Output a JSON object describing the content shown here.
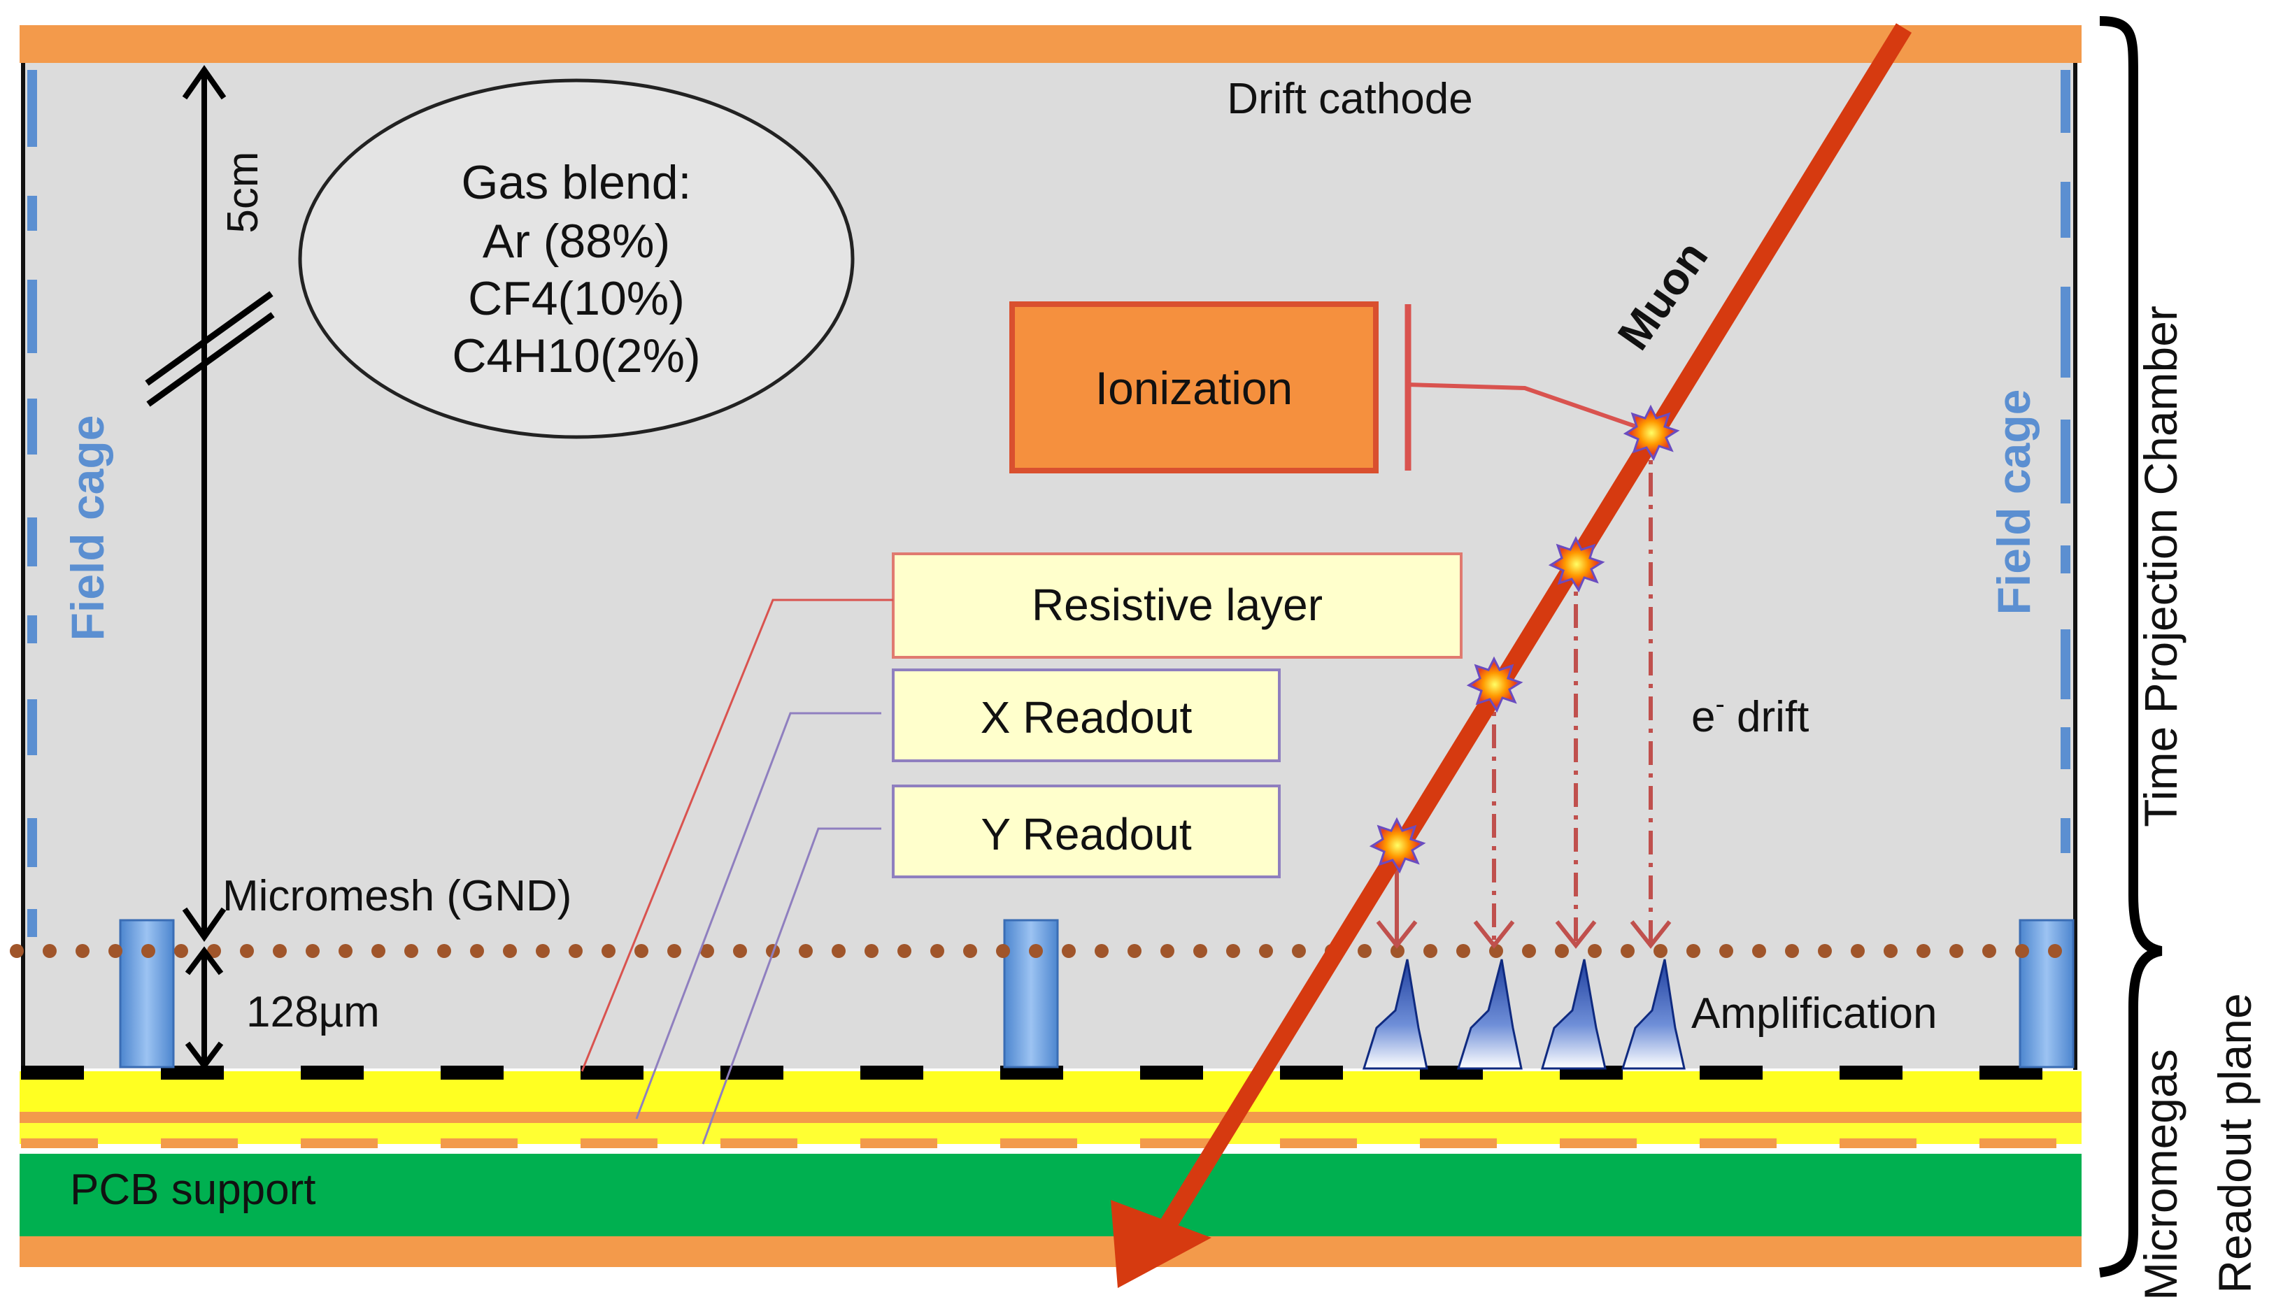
{
  "labels": {
    "drift_cathode": "Drift cathode",
    "distance": "5cm",
    "gas_lines": [
      "Gas blend:",
      "Ar (88%)",
      "CF4(10%)",
      "C4H10(2%)"
    ],
    "field_cage_left": "Field cage",
    "field_cage_right": "Field cage",
    "ionization": "Ionization",
    "muon": "Muon",
    "resistive_layer": "Resistive layer",
    "x_readout": "X Readout",
    "y_readout": "Y Readout",
    "e_drift": "e",
    "e_drift_sup": "-",
    "e_drift_rest": " drift",
    "micromesh": "Micromesh (GND)",
    "gap": "128µm",
    "amplification": "Amplification",
    "pcb_support": "PCB support",
    "tpc": "Time Projection Chamber",
    "readout_plane_1": "Micromegas",
    "readout_plane_2": "Readout plane"
  },
  "colors": {
    "frame_orange": "#f39a4b",
    "chamber_gray": "#dcdcdc",
    "muon_red": "#d63a10",
    "field_cage_blue": "#5b8fd1",
    "mesh_dots": "#a0552a",
    "resistive_yellow": "#ffff22",
    "pcb_green": "#00b050",
    "label_box_fill": "#ffffcc",
    "ionization_fill": "#f5903e"
  }
}
